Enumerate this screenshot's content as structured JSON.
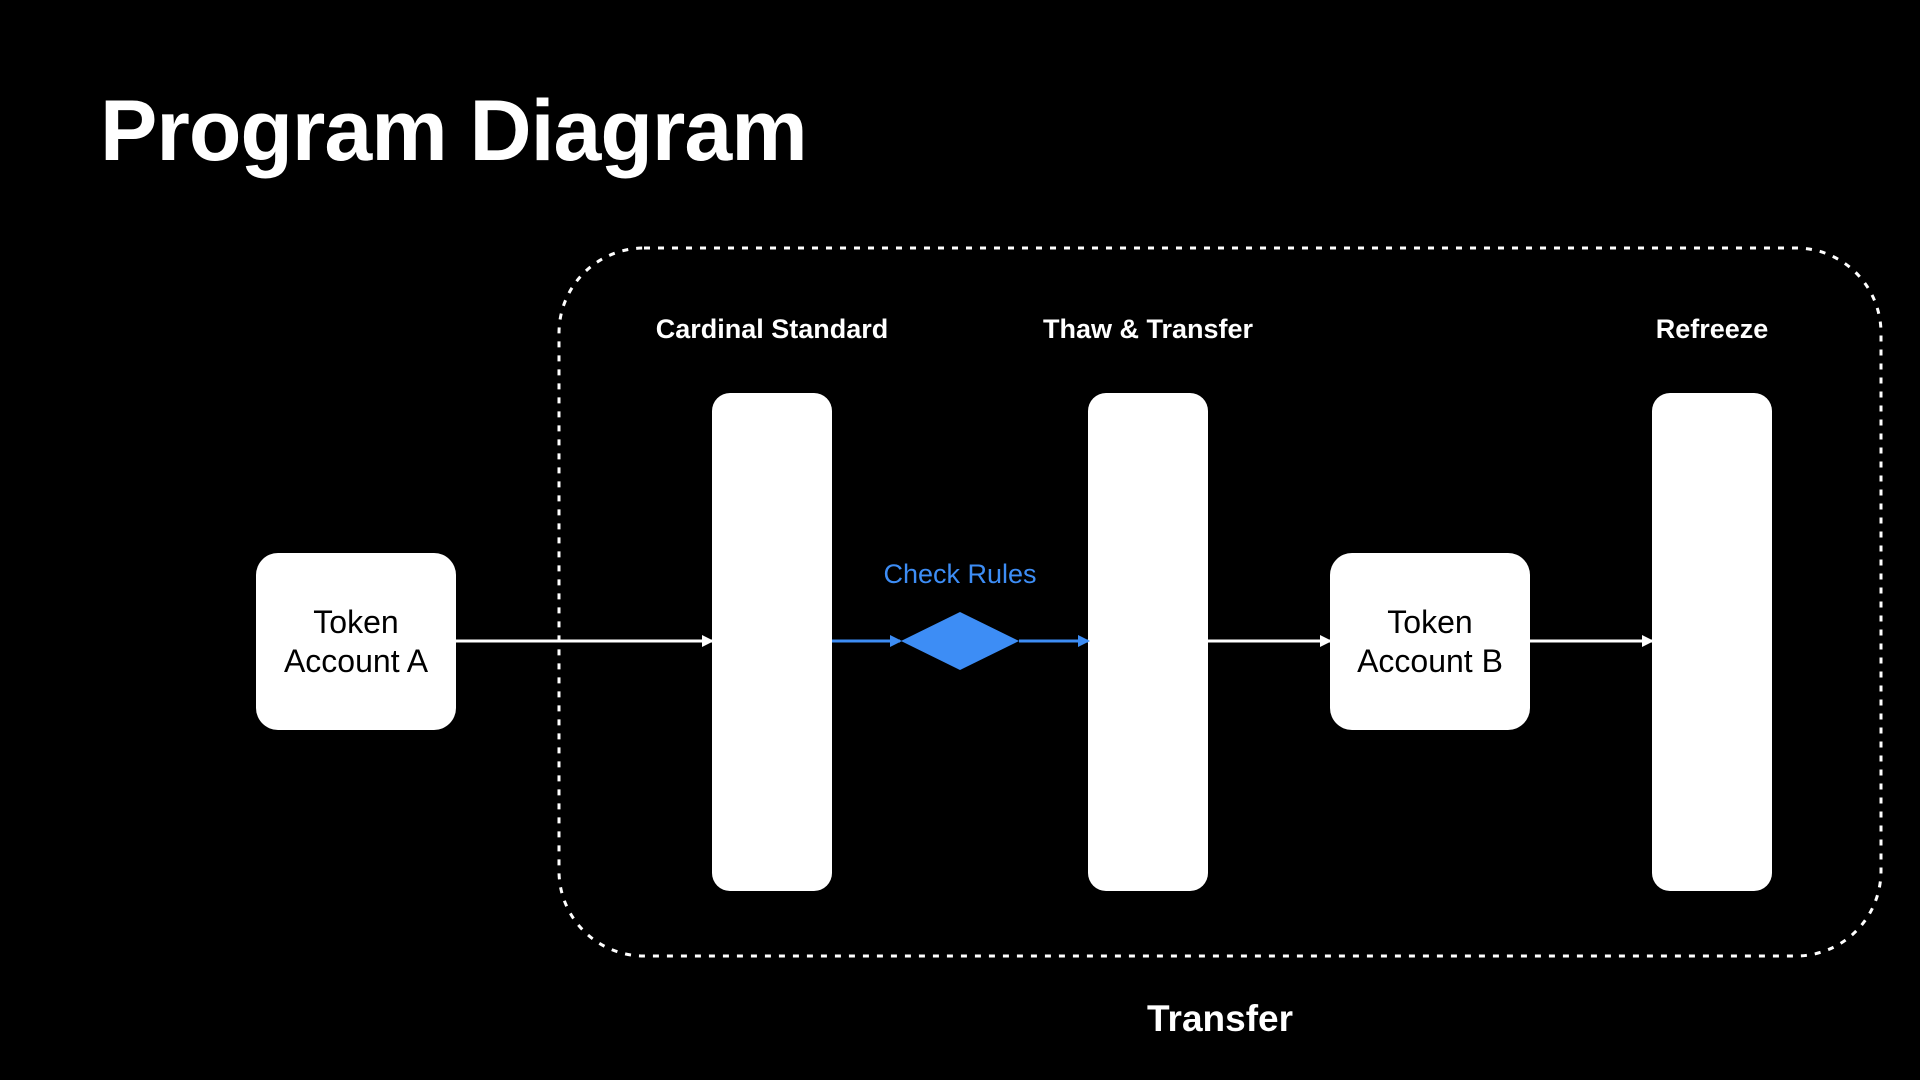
{
  "title": "Program Diagram",
  "group": {
    "label": "Transfer"
  },
  "columns": [
    {
      "label": "Cardinal Standard"
    },
    {
      "label": "Thaw & Transfer"
    },
    {
      "label": "Refreeze"
    }
  ],
  "token_accounts": [
    {
      "line1": "Token",
      "line2": "Account A"
    },
    {
      "line1": "Token",
      "line2": "Account B"
    }
  ],
  "decision": {
    "label": "Check Rules"
  },
  "colors": {
    "background": "#000000",
    "foreground": "#ffffff",
    "accent": "#3d8df5"
  }
}
